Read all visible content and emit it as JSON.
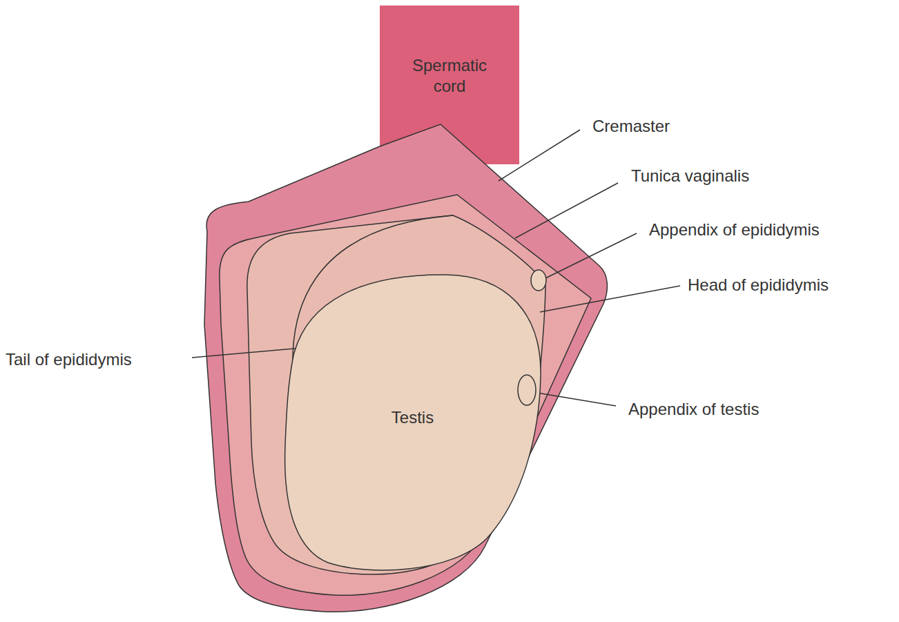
{
  "diagram": {
    "nodes": [
      {
        "text": [
          "Spermatic cord"
        ]
      },
      {
        "text": [
          "Testis"
        ]
      }
    ],
    "labels": [
      "Cremaster",
      "Tunica vaginalis",
      "Appendix of epididymis",
      "Head of epididymis",
      "Tail of epididymis",
      "Appendix of testis"
    ]
  }
}
